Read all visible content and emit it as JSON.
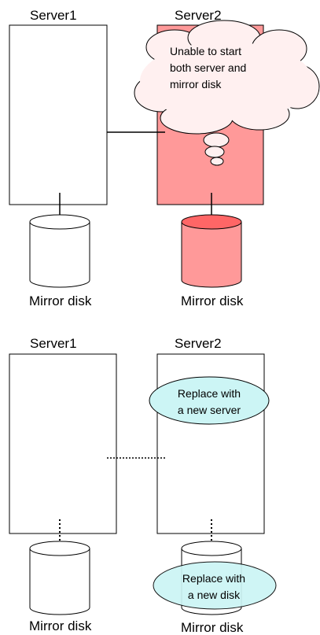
{
  "colors": {
    "failed_server_fill": "#ff9999",
    "failed_disk_body": "#ff9999",
    "failed_disk_top": "#ff6666",
    "thought_cloud_fill": "#fff0f0",
    "replace_ellipse_fill": "#ccf5f5",
    "outline": "#000000"
  },
  "top_scenario": {
    "server1_label": "Server1",
    "server2_label": "Server2",
    "server1_disk_label": "Mirror disk",
    "server2_disk_label": "Mirror disk",
    "cloud_lines": [
      "Unable to start",
      "both server and",
      "mirror disk"
    ],
    "server2_status": "failed",
    "connection": "solid"
  },
  "bottom_scenario": {
    "server1_label": "Server1",
    "server2_label": "Server2",
    "server1_disk_label": "Mirror disk",
    "server2_disk_label": "Mirror disk",
    "replace_server_lines": [
      "Replace with",
      "a new server"
    ],
    "replace_disk_lines": [
      "Replace with",
      "a new disk"
    ],
    "connection": "dotted"
  }
}
